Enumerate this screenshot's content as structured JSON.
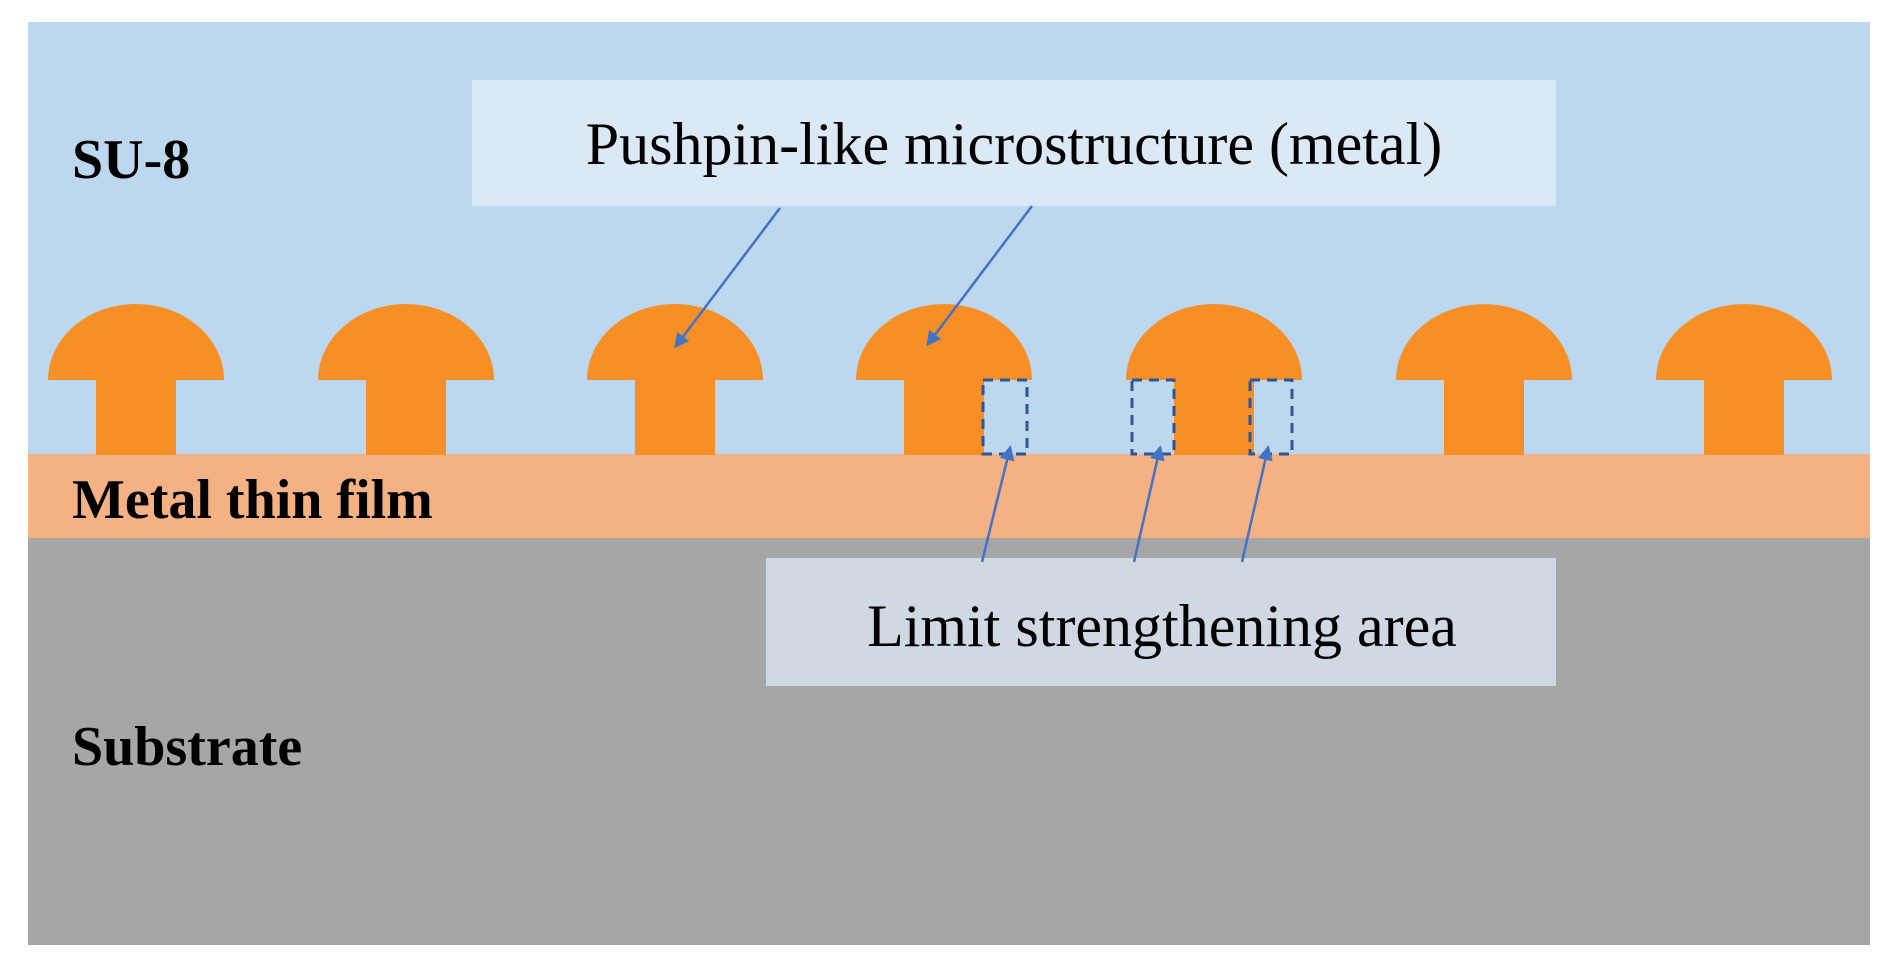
{
  "layers": {
    "su8": "SU-8",
    "metal_film": "Metal thin film",
    "substrate": "Substrate"
  },
  "callouts": {
    "pushpin": "Pushpin-like microstructure (metal)",
    "limit": "Limit strengthening area"
  },
  "colors": {
    "su8_fill": "#bdd7ee",
    "metal_film_fill": "#f4b183",
    "substrate_fill": "#a6a6a6",
    "pushpin_fill": "#f58f26",
    "callout_top_fill": "#dbe8f5",
    "callout_bottom_fill": "#d0d9e3",
    "arrow_color": "#4472c4",
    "dashed_box_color": "#2f5597"
  },
  "pushpin_count": 7
}
